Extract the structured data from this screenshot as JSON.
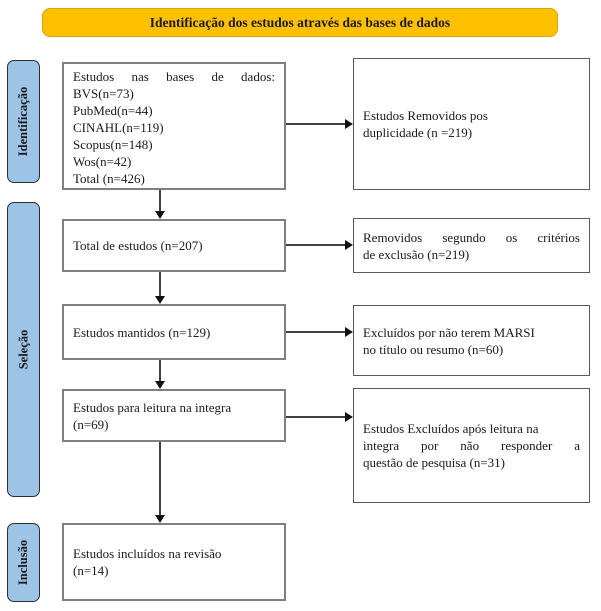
{
  "banner": {
    "label": "Identificação dos estudos através das bases de dados"
  },
  "stages": [
    {
      "label": "Identificação"
    },
    {
      "label": "Seleção"
    },
    {
      "label": "Inclusão"
    }
  ],
  "left_boxes": [
    {
      "lines": [
        "Estudos nas bases de dados:",
        "BVS(n=73)",
        "PubMed(n=44)",
        "CINAHL(n=119)",
        "Scopus(n=148)",
        "Wos(n=42)",
        "Total (n=426)"
      ]
    },
    {
      "lines": [
        "Total de estudos (n=207)"
      ]
    },
    {
      "lines": [
        "Estudos mantidos (n=129)"
      ]
    },
    {
      "lines": [
        "Estudos para leitura na integra",
        "(n=69)"
      ]
    },
    {
      "lines": [
        "Estudos incluídos na revisão",
        "(n=14)"
      ]
    }
  ],
  "right_boxes": [
    {
      "lines": [
        "Estudos Removidos pos",
        "duplicidade (n =219)"
      ]
    },
    {
      "lines": [
        "Removidos segundo os critérios",
        "de exclusão (n=219)"
      ]
    },
    {
      "lines": [
        "Excluídos por não terem MARSI",
        "no título ou resumo (n=60)"
      ]
    },
    {
      "lines": [
        "Estudos Excluídos após leitura na",
        "integra por não responder a",
        "questão de pesquisa (n=31)"
      ]
    }
  ],
  "colors": {
    "banner_bg": "#FFC000",
    "banner_border": "#D9A300",
    "stage_bg": "#9DC3E6",
    "stage_border": "#2E2E2E",
    "box_border": "#808080",
    "arrow": "#404040",
    "text": "#1a1a1a"
  }
}
